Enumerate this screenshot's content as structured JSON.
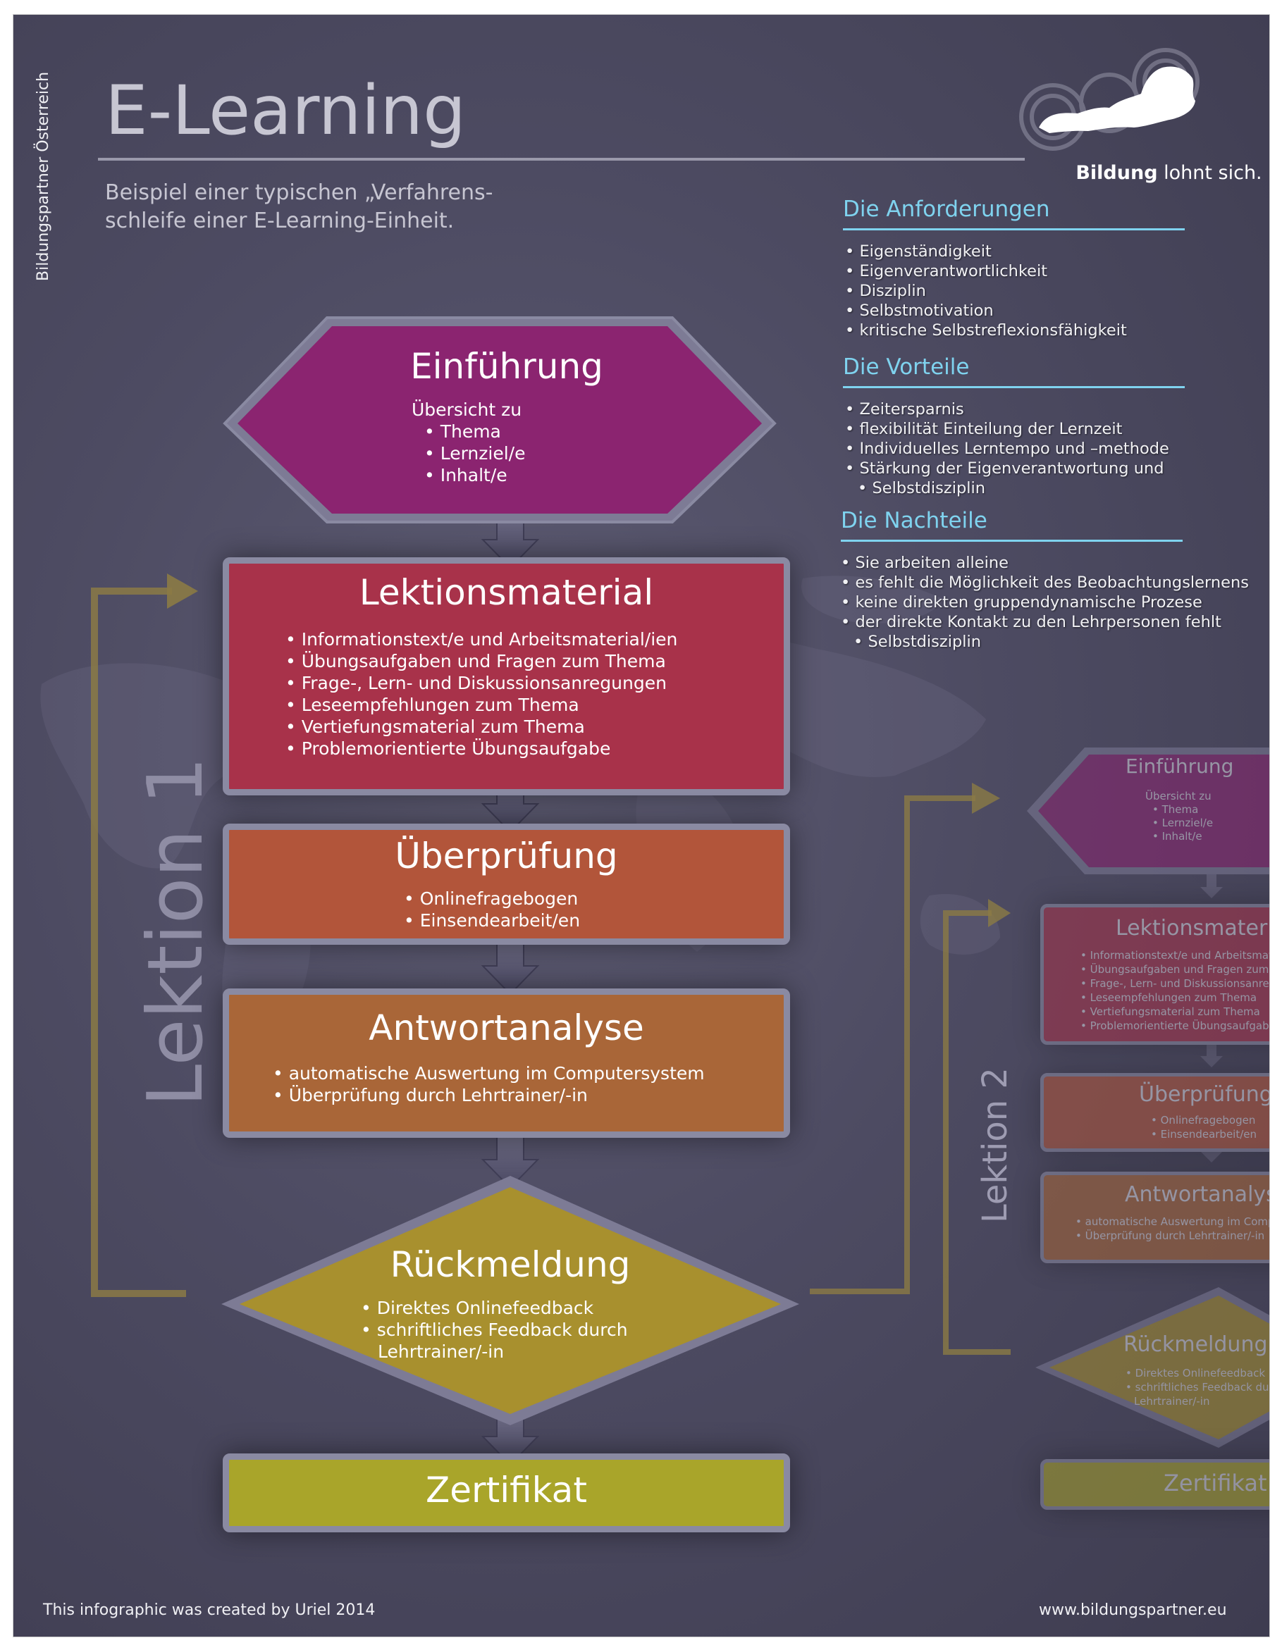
{
  "side_label": "Bildungspartner Österreich",
  "header": {
    "title": "E-Learning",
    "subtitle_line1": "Beispiel einer typischen „Verfahrens-",
    "subtitle_line2": "schleife einer E-Learning-Einheit."
  },
  "logo": {
    "brand_bold": "Bildung",
    "brand_rest": " lohnt sich.",
    "icon": "austria-map-icon"
  },
  "info": {
    "anforderungen": {
      "heading": "Die Anforderungen",
      "items": [
        "Eigenständigkeit",
        "Eigenverantwortlichkeit",
        "Disziplin",
        "Selbstmotivation",
        "kritische Selbstreflexionsfähigkeit"
      ]
    },
    "vorteile": {
      "heading": "Die Vorteile",
      "items": [
        "Zeitersparnis",
        "flexibilität Einteilung der Lernzeit",
        "Individuelles Lerntempo und –methode",
        "Stärkung der Eigenverantwortung und",
        "Selbstdisziplin"
      ]
    },
    "nachteile": {
      "heading": "Die Nachteile",
      "items": [
        "Sie arbeiten alleine",
        "es fehlt die Möglichkeit des Beobachtungslernens",
        "keine direkten gruppendynamische Prozese",
        "der direkte Kontakt zu den Lehrpersonen fehlt",
        "Selbstdisziplin"
      ]
    }
  },
  "lektion1": {
    "label": "Lektion 1",
    "einfuehrung": {
      "title": "Einführung",
      "intro": "Übersicht zu",
      "items": [
        "Thema",
        "Lernziel/e",
        "Inhalt/e"
      ]
    },
    "lektionsmaterial": {
      "title": "Lektionsmaterial",
      "items": [
        "Informationstext/e und Arbeitsmaterial/ien",
        "Übungsaufgaben und Fragen zum Thema",
        "Frage-, Lern- und Diskussionsanregungen",
        "Leseempfehlungen zum Thema",
        "Vertiefungsmaterial zum Thema",
        "Problemorientierte Übungsaufgabe"
      ]
    },
    "ueberpruefung": {
      "title": "Überprüfung",
      "items": [
        "Onlinefragebogen",
        "Einsendearbeit/en"
      ]
    },
    "antwortanalyse": {
      "title": "Antwortanalyse",
      "items": [
        "automatische Auswertung im Computersystem",
        "Überprüfung durch Lehrtrainer/-in"
      ]
    },
    "rueckmeldung": {
      "title": "Rückmeldung",
      "items": [
        "Direktes Onlinefeedback",
        "schriftliches Feedback durch"
      ],
      "cont": "Lehrtrainer/-in"
    },
    "zertifikat": {
      "title": "Zertifikat"
    }
  },
  "lektion2": {
    "label": "Lektion 2",
    "einfuehrung": {
      "title": "Einführung",
      "intro": "Übersicht zu",
      "items": [
        "Thema",
        "Lernziel/e",
        "Inhalt/e"
      ]
    },
    "lektionsmaterial": {
      "title": "Lektionsmaterial",
      "items": [
        "Informationstext/e und Arbeitsmaterial/ien",
        "Übungsaufgaben und Fragen zum Thema",
        "Frage-, Lern- und Diskussionsanregungen",
        "Leseempfehlungen zum Thema",
        "Vertiefungsmaterial zum Thema",
        "Problemorientierte Übungsaufgabe"
      ]
    },
    "ueberpruefung": {
      "title": "Überprüfung",
      "items": [
        "Onlinefragebogen",
        "Einsendearbeit/en"
      ]
    },
    "antwortanalyse": {
      "title": "Antwortanalyse",
      "items": [
        "automatische Auswertung im Computersystem",
        "Überprüfung durch Lehrtrainer/-in"
      ]
    },
    "rueckmeldung": {
      "title": "Rückmeldung",
      "items": [
        "Direktes Onlinefeedback",
        "schriftliches Feedback durch"
      ],
      "cont": "Lehrtrainer/-in"
    },
    "zertifikat": {
      "title": "Zertifikat"
    }
  },
  "footer": {
    "credit": "This infographic was created by Uriel 2014",
    "url": "www.bildungspartner.eu"
  },
  "colors": {
    "background": "#4d4b62",
    "einfuehrung": "#8b2470",
    "lektionsmaterial": "#a8324a",
    "ueberpruefung": "#b2553a",
    "antwortanalyse": "#a96638",
    "rueckmeldung": "#a8902e",
    "zertifikat": "#a9a52a",
    "accent": "#7fd3ef",
    "loop_arrow": "#8b7a45",
    "box_border": "#8a8aa2"
  }
}
